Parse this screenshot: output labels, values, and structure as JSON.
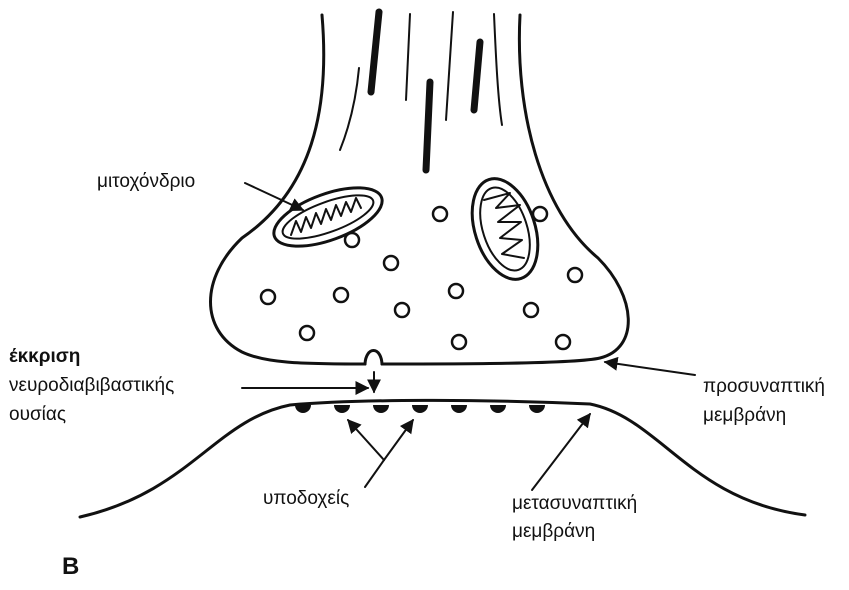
{
  "diagram": {
    "panel_letter": "B",
    "labels": {
      "mitochondrion": "μιτοχόνδριο",
      "secretion": [
        "έκκριση",
        "νευροδιαβιβαστικής",
        "ουσίας"
      ],
      "presynaptic": [
        "προσυναπτική",
        "μεμβράνη"
      ],
      "receptors": "υποδοχείς",
      "postsynaptic": [
        "μετασυναπτική",
        "μεμβράνη"
      ]
    },
    "colors": {
      "ink": "#111111",
      "background": "#ffffff"
    }
  }
}
